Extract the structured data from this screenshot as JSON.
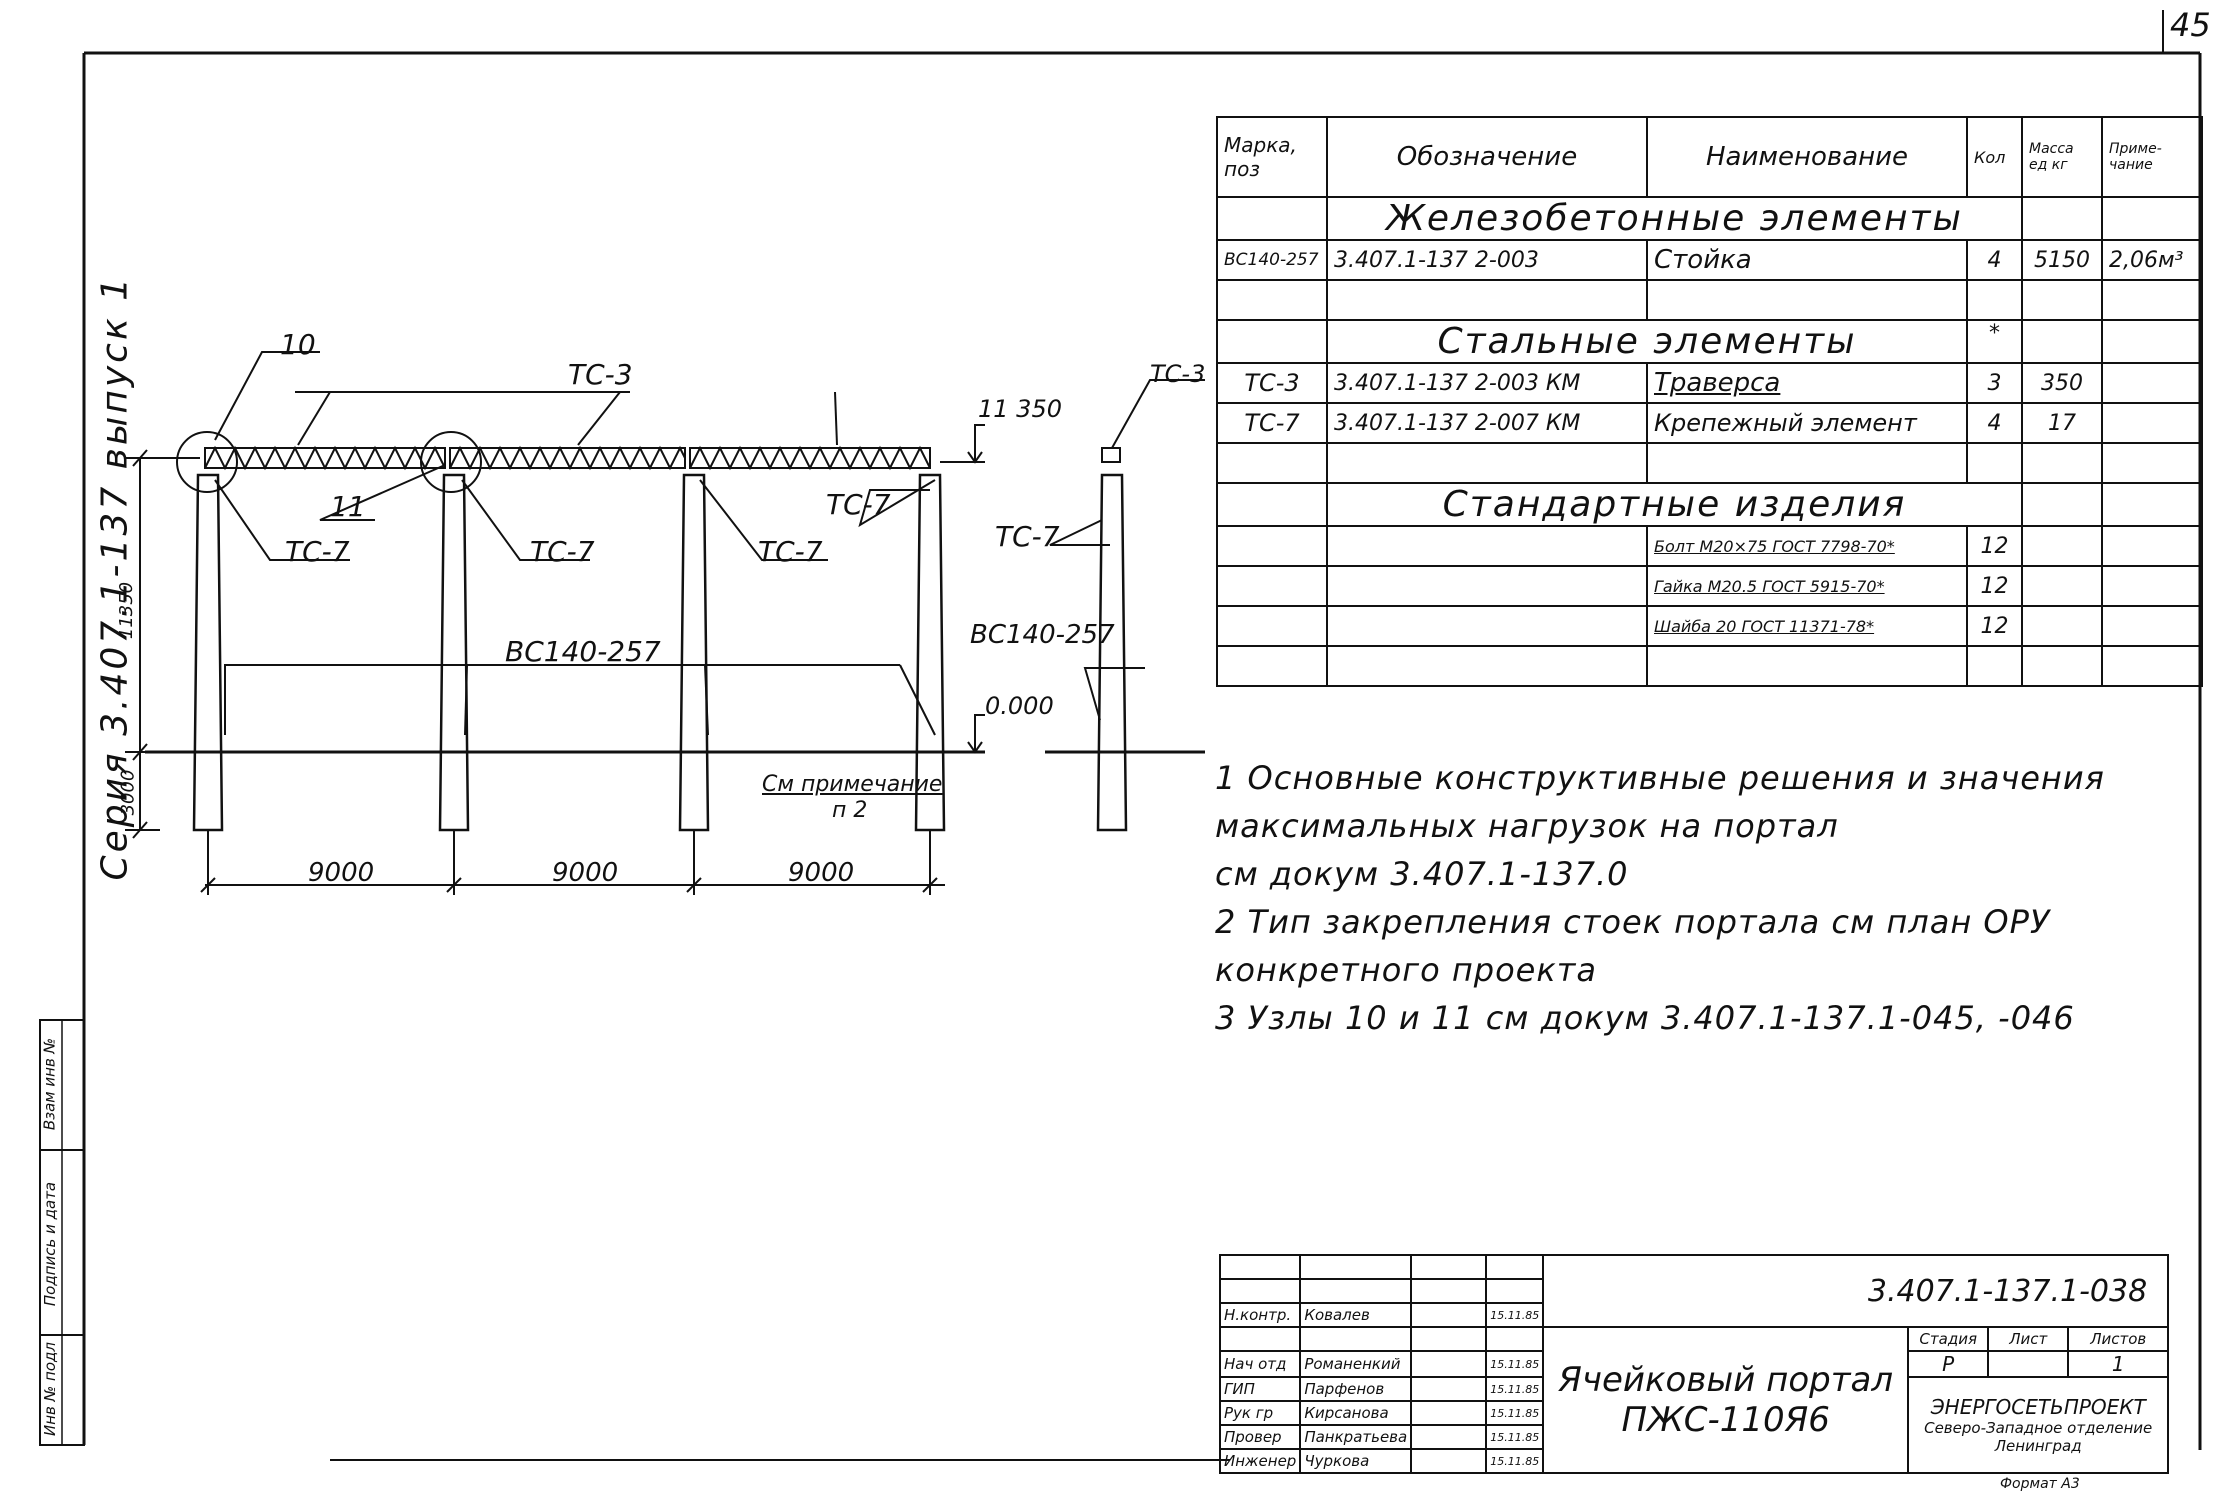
{
  "page_number": "45",
  "series_vertical": "Серия 3.407.1-137 выпуск 1",
  "drawing": {
    "labels": {
      "callout_10": "10",
      "callout_11": "11",
      "tc3_top": "ТС-3",
      "tc3_right": "ТС-3",
      "tc7_a": "ТС-7",
      "tc7_b": "ТС-7",
      "tc7_c": "ТС-7",
      "tc7_d": "ТС-7",
      "tc7_side": "ТС-7",
      "bc_main": "ВС140-257",
      "bc_side": "ВС140-257",
      "elev_top": "11 350",
      "elev_zero": "0.000",
      "height_main": "11350",
      "height_base": "3000",
      "span_1": "9000",
      "span_2": "9000",
      "span_3": "9000",
      "note_ref_1": "См примечание",
      "note_ref_2": "п 2"
    }
  },
  "spec_table": {
    "headers": {
      "mark": "Марка, поз",
      "designation": "Обозначение",
      "name": "Наименование",
      "qty": "Кол",
      "mass": "Масса ед кг",
      "note": "Приме-чание"
    },
    "section_concrete": "Железобетонные элементы",
    "row_bc": {
      "mark": "ВС140-257",
      "designation": "3.407.1-137   2-003",
      "name": "Стойка",
      "qty": "4",
      "mass": "5150",
      "note": "2,06м³"
    },
    "section_steel": "Стальные элементы",
    "steel_note_mark": "*",
    "row_tc3": {
      "mark": "ТС-3",
      "designation": "3.407.1-137 2-003 КМ",
      "name": "Траверса",
      "qty": "3",
      "mass": "350",
      "note": ""
    },
    "row_tc7": {
      "mark": "ТС-7",
      "designation": "3.407.1-137 2-007 КМ",
      "name": "Крепежный элемент",
      "qty": "4",
      "mass": "17",
      "note": ""
    },
    "section_standard": "Стандартные изделия",
    "row_bolt": {
      "name": "Болт М20×75 ГОСТ 7798-70*",
      "qty": "12"
    },
    "row_nut": {
      "name": "Гайка М20.5 ГОСТ 5915-70*",
      "qty": "12"
    },
    "row_washer": {
      "name": "Шайба 20 ГОСТ 11371-78*",
      "qty": "12"
    }
  },
  "notes": [
    "1  Основные конструктивные решения и значения",
    "    максимальных нагрузок на портал",
    "    см докум 3.407.1-137.0",
    "2  Тип закрепления стоек портала см план ОРУ",
    "    конкретного проекта",
    "3  Узлы 10 и 11 см докум 3.407.1-137.1-045, -046"
  ],
  "left_stamp": {
    "inv_orig": "Инв № подл",
    "sign_date": "Подпись и дата",
    "replace_inv": "Взам инв №"
  },
  "title_block": {
    "doc_code": "3.407.1-137.1-038",
    "title_line1": "Ячейковый портал",
    "title_line2": "ПЖС-110Я6",
    "stage_label": "Стадия",
    "sheet_label": "Лист",
    "sheets_label": "Листов",
    "stage": "Р",
    "sheets": "1",
    "org_1": "ЭНЕРГОСЕТЬПРОЕКТ",
    "org_2": "Северо-Западное отделение",
    "org_3": "Ленинград",
    "format": "Формат А3",
    "rows": [
      {
        "role": "Н.контр.",
        "name": "Ковалев",
        "date": "15.11.85"
      },
      {
        "role": "Нач отд",
        "name": "Романенкий",
        "date": "15.11.85"
      },
      {
        "role": "ГИП",
        "name": "Парфенов",
        "date": "15.11.85"
      },
      {
        "role": "Рук гр",
        "name": "Кирсанова",
        "date": "15.11.85"
      },
      {
        "role": "Провер",
        "name": "Панкратьева",
        "date": "15.11.85"
      },
      {
        "role": "Инженер",
        "name": "Чуркова",
        "date": "15.11.85"
      }
    ]
  }
}
